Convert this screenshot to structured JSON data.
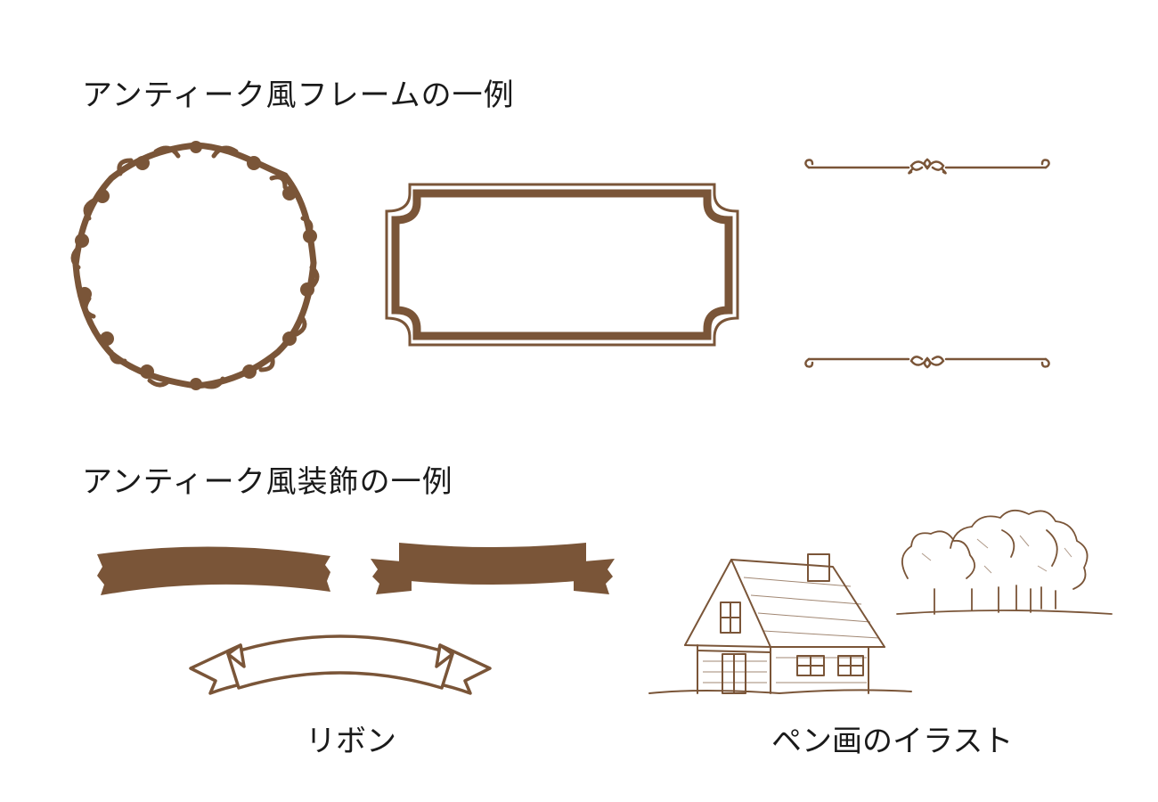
{
  "sections": {
    "frames_title": "アンティーク風フレームの一例",
    "decor_title": "アンティーク風装飾の一例"
  },
  "captions": {
    "ribbon": "リボン",
    "pen_illustration": "ペン画のイラスト"
  },
  "colors": {
    "ornament": "#7a5538",
    "text": "#1a1a1a",
    "background": "#ffffff"
  }
}
